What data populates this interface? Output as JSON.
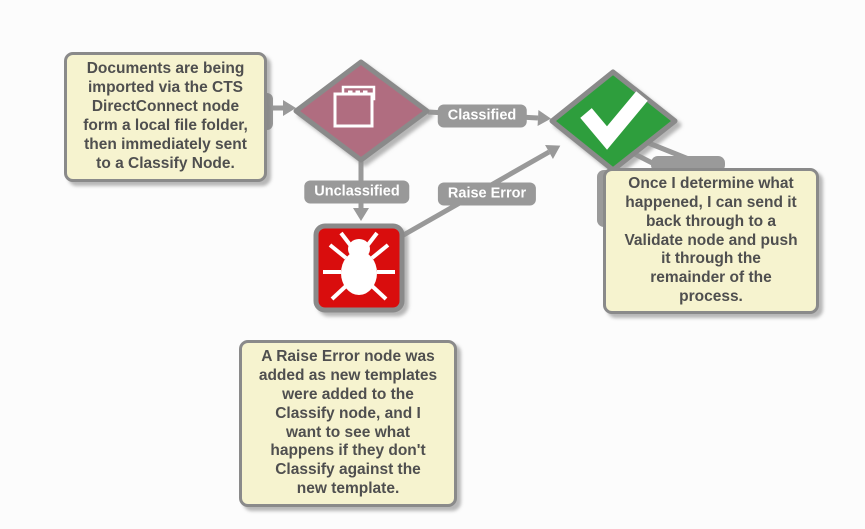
{
  "page": {
    "background": "#fcfcfc"
  },
  "notes": {
    "import_note": {
      "text": "Documents are being\nimported via the CTS\nDirectConnect node\nform a local file folder,\nthen immediately sent\nto a Classify Node."
    },
    "raise_error_note": {
      "text": "A Raise Error node was\nadded as new templates\nwere added to the\nClassify node, and I\nwant to see what\nhappens if they don't\nClassify against the\nnew template."
    },
    "validate_note": {
      "text": "Once I determine what\nhappened, I can send it\nback through to a\nValidate node and push\nit through the\nremainder of the\nprocess."
    }
  },
  "edges": {
    "classified": {
      "label": "Classified"
    },
    "unclassified": {
      "label": "Unclassified"
    },
    "raise_error": {
      "label": "Raise Error"
    }
  },
  "nodes": {
    "classify": {
      "shape": "diamond",
      "icon": "window-icon",
      "color": "#b06d80"
    },
    "success": {
      "shape": "diamond",
      "icon": "check-icon",
      "color": "#2e9e3e"
    },
    "raise_error": {
      "shape": "square",
      "icon": "bug-icon",
      "color": "#d90f0f"
    }
  },
  "colors": {
    "edge_gray": "#999999",
    "node_border": "#8a8a8a",
    "note_background": "#f6f3cf",
    "note_border": "#8a8a8a",
    "note_text": "#4f4f4f"
  }
}
